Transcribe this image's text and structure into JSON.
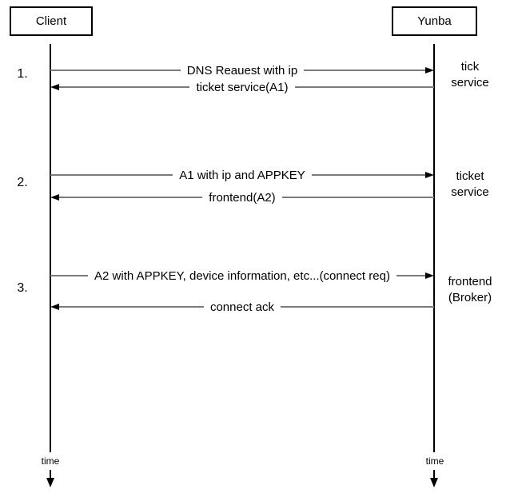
{
  "diagram": {
    "actors": [
      {
        "label": "Client"
      },
      {
        "label": "Yunba"
      }
    ],
    "steps": [
      {
        "number": "1.",
        "request": "DNS Reauest with ip",
        "response": "ticket service(A1)",
        "server_label": [
          "tick",
          "service"
        ]
      },
      {
        "number": "2.",
        "request": "A1 with ip and APPKEY",
        "response": "frontend(A2)",
        "server_label": [
          "ticket",
          "service"
        ]
      },
      {
        "number": "3.",
        "request": "A2 with APPKEY, device information, etc...(connect req)",
        "response": "connect ack",
        "server_label": [
          "frontend",
          "(Broker)"
        ]
      }
    ],
    "time_label": "time",
    "colors": {
      "ink": "#000000",
      "line": "#7a7a7a",
      "background": "#ffffff"
    }
  }
}
